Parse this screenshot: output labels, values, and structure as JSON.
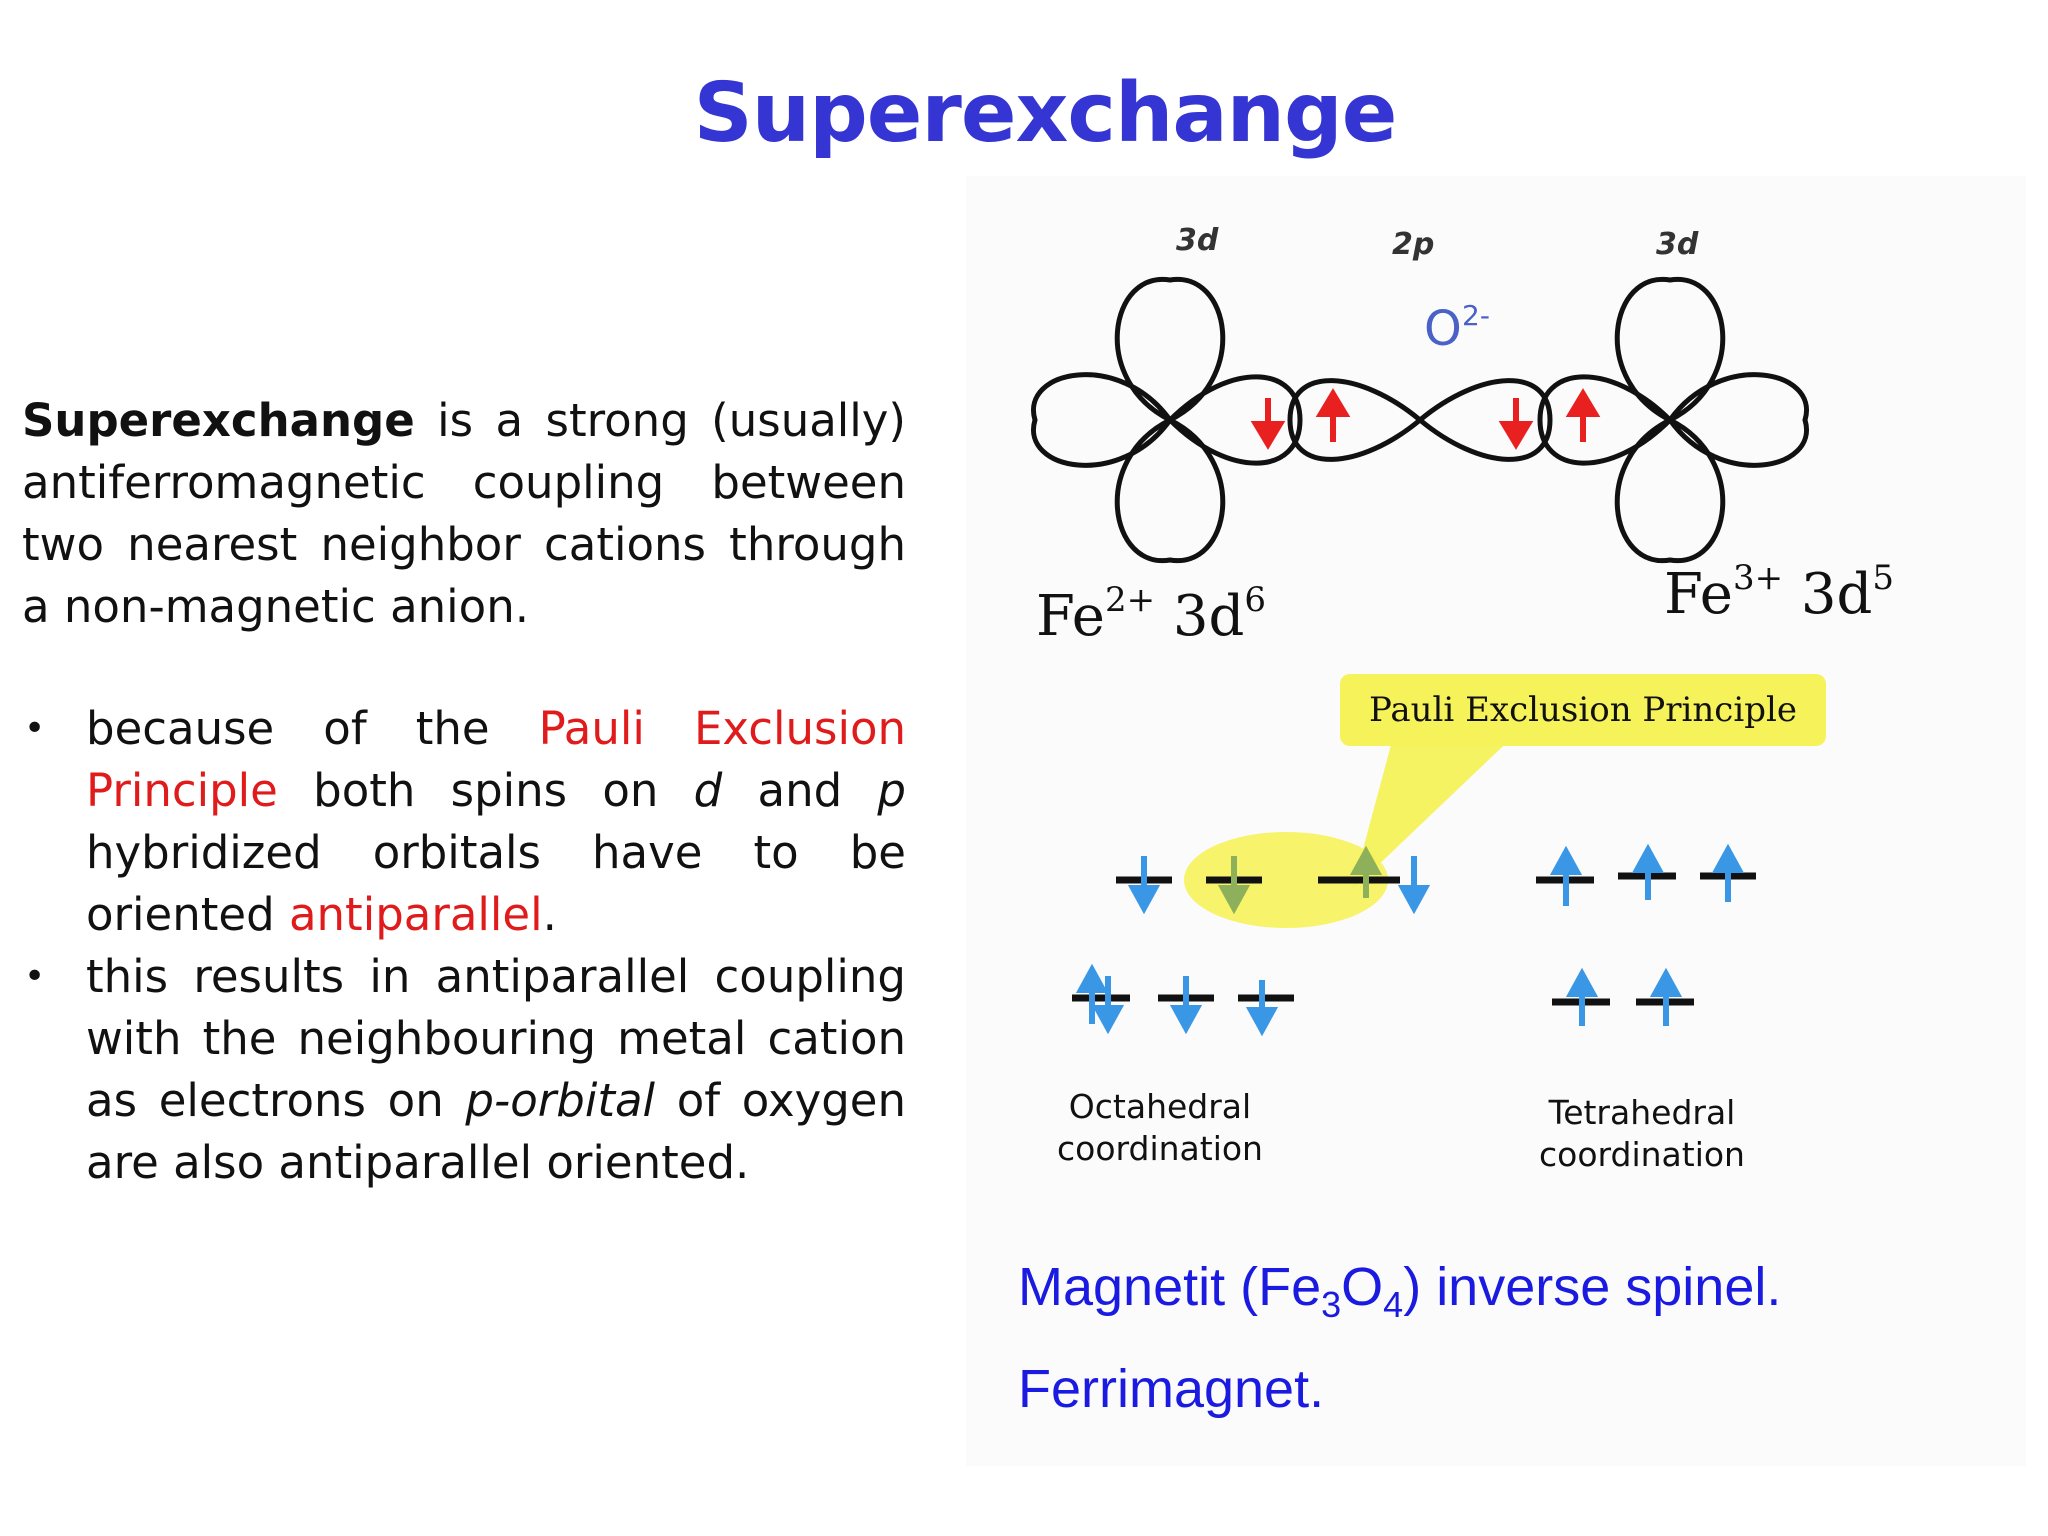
{
  "title": "Superexchange",
  "definition": {
    "term": "Superexchange",
    "rest": " is a strong (usually) antiferromagnetic coupling between two nearest neighbor cations through a non-magnetic anion."
  },
  "bullets": [
    {
      "p1": "because of the ",
      "highlight": "Pauli Exclusion Principle",
      "p2": " both spins on ",
      "i1": "d",
      "p3": " and ",
      "i2": "p",
      "p4": " hybridized orbitals have to be oriented ",
      "highlight2": "antiparallel",
      "p5": "."
    },
    {
      "p1": "this results in antiparallel coupling with the neighbouring metal cation as electrons on ",
      "i1": "p-orbital",
      "p2": " of oxygen are also antiparallel oriented."
    }
  ],
  "diagram": {
    "orbital_labels": [
      "3d",
      "2p",
      "3d"
    ],
    "anion": "O",
    "anion_charge": "2-",
    "ion_left": {
      "symbol": "Fe",
      "charge": "2+",
      "config": "3d",
      "config_sup": "6"
    },
    "ion_right": {
      "symbol": "Fe",
      "charge": "3+",
      "config": "3d",
      "config_sup": "5"
    },
    "callout": "Pauli Exclusion Principle",
    "coord_left": [
      "Octahedral",
      "coordination"
    ],
    "coord_right": [
      "Tetrahedral",
      "coordination"
    ],
    "colors": {
      "spin_red": "#e8201f",
      "spin_blue": "#3a97e6",
      "highlight_yellow": "#f6f25a",
      "title_blue": "#3535d4",
      "anion_blue": "#4a62c8"
    }
  },
  "mineral": {
    "name": "Magnetit (Fe",
    "sub1": "3",
    "mid": "O",
    "sub2": "4",
    "tail": ") inverse spinel.",
    "type": "Ferrimagnet."
  }
}
